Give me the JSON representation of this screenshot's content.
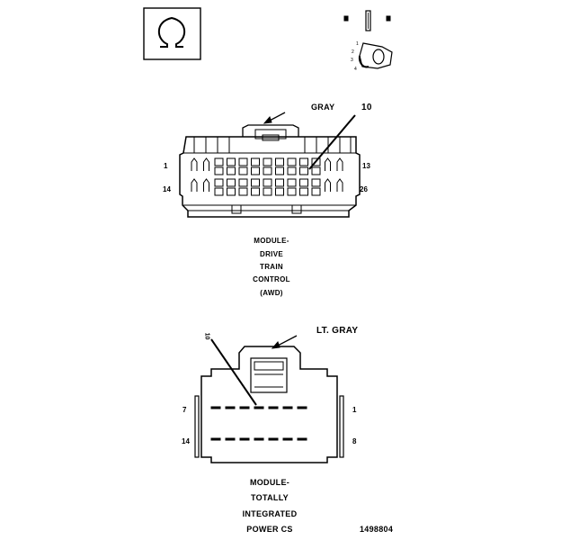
{
  "connector1": {
    "color_label": "GRAY",
    "callout_pin": "10",
    "pin_top_left": "1",
    "pin_top_right": "13",
    "pin_bottom_left": "14",
    "pin_bottom_right": "26",
    "caption": [
      "MODULE-",
      "DRIVE",
      "TRAIN",
      "CONTROL",
      "(AWD)"
    ]
  },
  "connector2": {
    "color_label": "LT. GRAY",
    "callout_pin": "10",
    "pin_top_left": "7",
    "pin_top_right": "1",
    "pin_bottom_left": "14",
    "pin_bottom_right": "8",
    "caption": [
      "MODULE-",
      "TOTALLY",
      "INTEGRATED",
      "POWER CS"
    ]
  },
  "figure_number": "1498804",
  "icons": [
    "omega-shape-icon",
    "harness-connector-icon"
  ]
}
